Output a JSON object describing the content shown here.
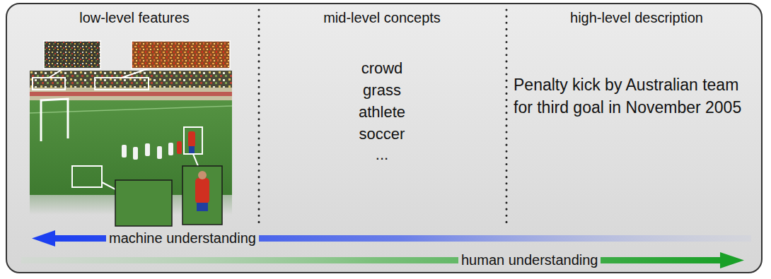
{
  "diagram": {
    "labels": [
      "low-level features",
      "mid-level concepts",
      "high-level description",
      "crowd",
      "grass",
      "athlete",
      "soccer",
      "...",
      "Penalty kick by Australian team for third goal in November 2005",
      "machine understanding",
      "human understanding"
    ]
  }
}
